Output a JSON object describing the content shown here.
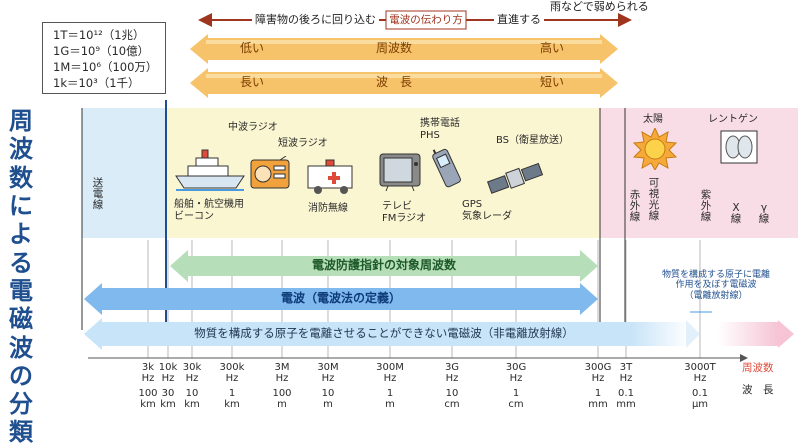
{
  "title_vertical": "周波数による電磁波の分類",
  "unit_notes": [
    "1T＝10¹²（1兆）",
    "1G＝10⁹（10億）",
    "1M＝10⁶（100万）",
    "1k＝10³（1千）"
  ],
  "propagation": {
    "left": "障害物の後ろに回り込む",
    "center": "電波の伝わり方",
    "right1": "直進する",
    "right2": "雨などで弱められる"
  },
  "frequency_row": {
    "low": "低い",
    "label": "周波数",
    "high": "高い"
  },
  "wavelength_row": {
    "long": "長い",
    "label": "波　長",
    "short": "短い"
  },
  "regions": {
    "transmission": "送電線",
    "infrared": "赤外線",
    "visible": "可視光線",
    "ultraviolet": "紫外線",
    "xray": "X線",
    "gamma": "γ線"
  },
  "applications": {
    "ship": "船舶・航空機用\nビーコン",
    "mw_radio": "中波ラジオ",
    "sw_radio": "短波ラジオ",
    "fire": "消防無線",
    "tv": "テレビ\nFMラジオ",
    "phone": "携帯電話\nPHS",
    "bs": "BS（衛星放送）",
    "gps": "GPS\n気象レーダ",
    "sun": "太陽",
    "xray_img": "レントゲン"
  },
  "bands": {
    "guideline": "電波防護指針の対象周波数",
    "radio_law": "電波（電波法の定義）",
    "non_ionizing": "物質を構成する原子を電離させることができない電磁波（非電離放射線）",
    "ionizing": "物質を構成する原子に電離\n作用を及ぼす電磁波\n（電離放射線）"
  },
  "axis": {
    "freq_title": "周波数",
    "wave_title": "波　長",
    "ticks": [
      {
        "f": "3k\nHz",
        "w": "100\nkm"
      },
      {
        "f": "10k\nHz",
        "w": "30\nkm"
      },
      {
        "f": "30k\nHz",
        "w": "10\nkm"
      },
      {
        "f": "300k\nHz",
        "w": "1\nkm"
      },
      {
        "f": "3M\nHz",
        "w": "100\nm"
      },
      {
        "f": "30M\nHz",
        "w": "10\nm"
      },
      {
        "f": "300M\nHz",
        "w": "1\nm"
      },
      {
        "f": "3G\nHz",
        "w": "10\ncm"
      },
      {
        "f": "30G\nHz",
        "w": "1\ncm"
      },
      {
        "f": "300G\nHz",
        "w": "1\nmm"
      },
      {
        "f": "3T\nHz",
        "w": "0.1\nmm"
      },
      {
        "f": "3000T\nHz",
        "w": "0.1\nμm"
      }
    ]
  },
  "colors": {
    "title": "#1f4f8e",
    "blue_panel": "#d9ecf8",
    "yellow_panel": "#fbf6d2",
    "pink_panel": "#f9dde6",
    "green_band": "#5aa86a",
    "blue_band": "#4a9ae0",
    "light_band": "#b9dcf6",
    "orange_arrow": "#f4a93a",
    "brown_arrow": "#a0351f"
  }
}
